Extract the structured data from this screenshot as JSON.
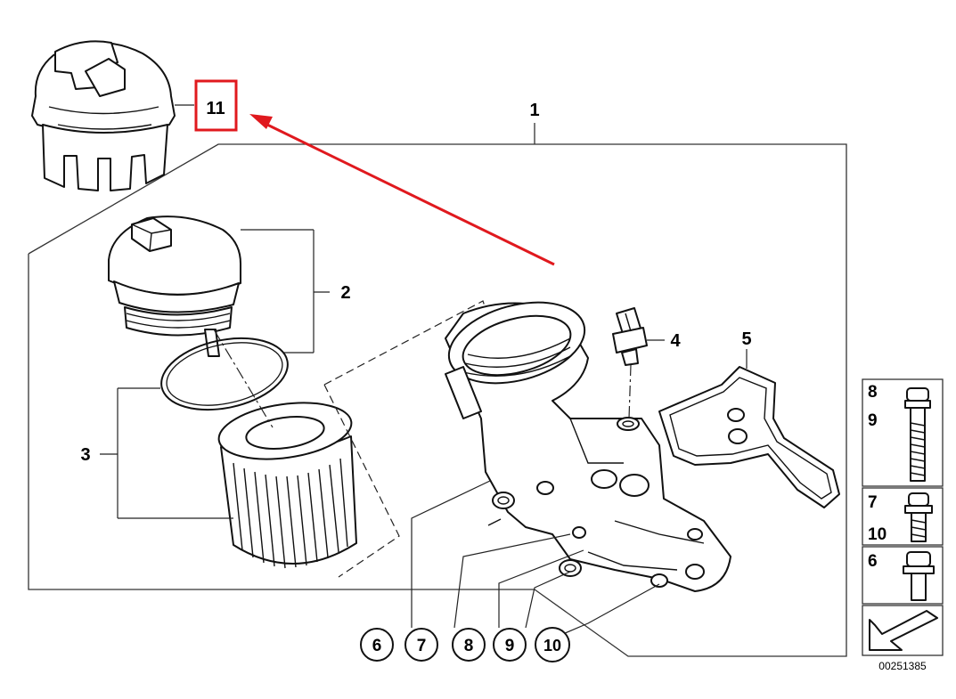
{
  "labels": {
    "part_1": "1",
    "part_2": "2",
    "part_3": "3",
    "part_4": "4",
    "part_5": "5",
    "part_11": "11",
    "callout_6": "6",
    "callout_7": "7",
    "callout_8": "8",
    "callout_9": "9",
    "callout_10": "10"
  },
  "legend": {
    "item_8": "8",
    "item_9": "9",
    "item_7": "7",
    "item_10": "10",
    "item_6": "6"
  },
  "catalog_number": "00251385",
  "colors": {
    "highlight": "#e0191e",
    "line": "#111111",
    "background": "#ffffff"
  }
}
